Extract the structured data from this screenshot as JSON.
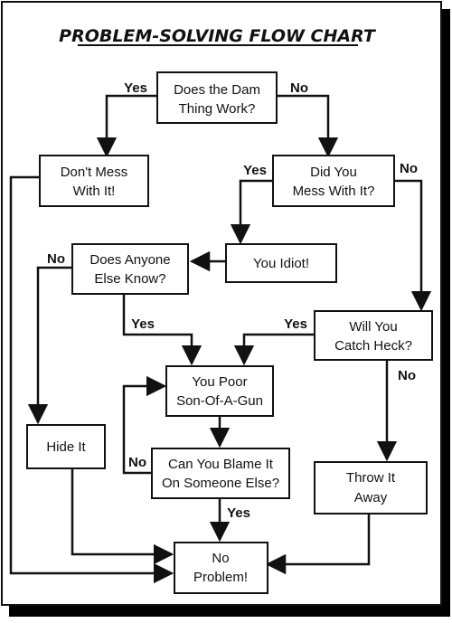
{
  "title": "PROBLEM-SOLVING FLOW CHART",
  "nodes": {
    "work": [
      "Does the Dam",
      "Thing Work?"
    ],
    "dontmess": [
      "Don't Mess",
      "With It!"
    ],
    "mess": [
      "Did You",
      "Mess With It?"
    ],
    "idiot": [
      "You Idiot!"
    ],
    "anyone": [
      "Does Anyone",
      "Else Know?"
    ],
    "heck": [
      "Will You",
      "Catch Heck?"
    ],
    "poor": [
      "You Poor",
      "Son-Of-A-Gun"
    ],
    "hide": [
      "Hide It"
    ],
    "blame": [
      "Can You Blame It",
      "On Someone Else?"
    ],
    "throw": [
      "Throw It",
      "Away"
    ],
    "noprob": [
      "No",
      "Problem!"
    ]
  },
  "edge_labels": {
    "work_yes": "Yes",
    "work_no": "No",
    "mess_yes": "Yes",
    "mess_no": "No",
    "anyone_no": "No",
    "anyone_yes": "Yes",
    "heck_yes": "Yes",
    "heck_no": "No",
    "blame_no": "No",
    "blame_yes": "Yes"
  },
  "colors": {
    "ink": "#111111",
    "paper": "#ffffff",
    "shadow": "#000000"
  }
}
